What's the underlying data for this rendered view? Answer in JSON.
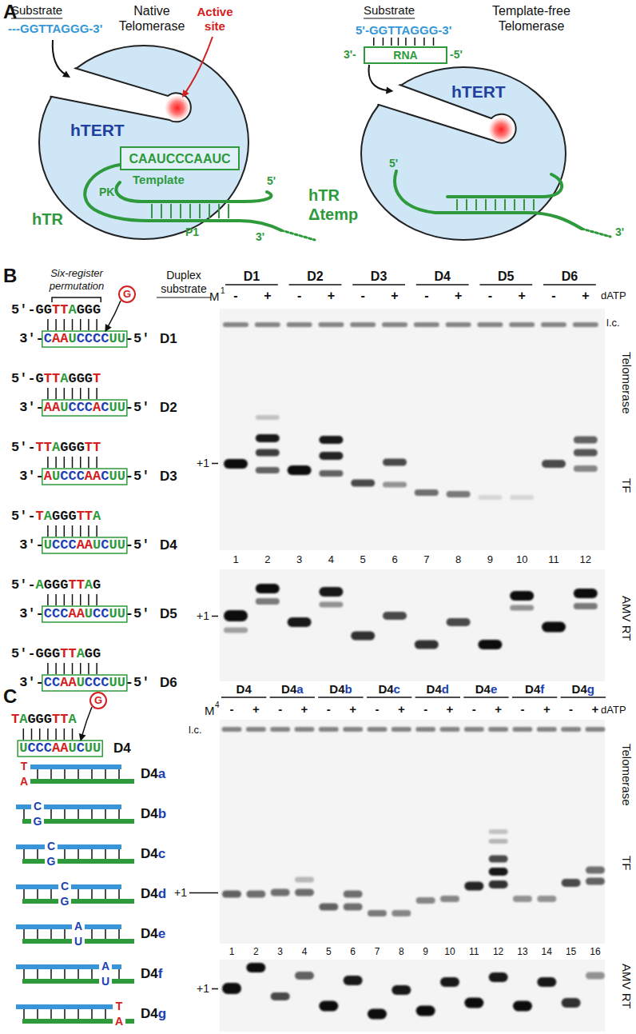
{
  "diagram": {
    "nodes": [
      {
        "text": [
          "hTERT"
        ]
      },
      {
        "text": [
          "CAAUCCCAAUC",
          "Template"
        ],
        "in": 0
      },
      {
        "text": [
          "hTERT"
        ]
      },
      {
        "text": [
          "RNA"
        ]
      }
    ],
    "edges": [
      {
        "from": 3,
        "to": 2,
        "arrow": "to"
      }
    ],
    "labels": [
      "A",
      "Substrate",
      "---GGTTAGGG-3'",
      "Native Telomerase",
      "Active site",
      "hTR",
      "PK",
      "P1",
      "5'",
      "3'",
      "Substrate",
      "5'-GGTTAGGG-3'",
      "3'-",
      "-5'",
      "Template-free Telomerase",
      "5'",
      "hTR Δtemp",
      "3'",
      "B",
      "Six-register permutation",
      "Duplex substrate",
      "G",
      "5'-GGTTAGGG",
      "3'-CAAUCCCCUU-5'",
      "D1",
      "5'-GTTAGGGT",
      "3'-AAUCCCACUU-5'",
      "D2",
      "5'-TTAGGGTT",
      "3'-AUCCCAACUU-5'",
      "D3",
      "5'-TAGGGTTA",
      "3'-UCCCAAUCUU-5'",
      "D4",
      "5'-AGGGTTAG",
      "3'-CCCAAUCCUU-5'",
      "D5",
      "5'-GGGTTAGG",
      "3'-CCAAUCCCUU-5'",
      "D6",
      "M",
      "1",
      "D1",
      "D2",
      "D3",
      "D4",
      "D5",
      "D6",
      "-",
      "+",
      "-",
      "+",
      "-",
      "+",
      "-",
      "+",
      "-",
      "+",
      "-",
      "+",
      "dATP",
      "l.c.",
      "Telomerase",
      "TF",
      "+1",
      "1",
      "2",
      "3",
      "4",
      "5",
      "6",
      "7",
      "8",
      "9",
      "10",
      "11",
      "12",
      "+1",
      "AMV RT",
      "C",
      "TAGGGTTA",
      "G",
      "UCCCAAUCUU",
      "D4",
      "T",
      "A",
      "D4a",
      "C",
      "G",
      "D4b",
      "C",
      "G",
      "D4c",
      "C",
      "G",
      "D4d",
      "A",
      "U",
      "D4e",
      "A",
      "U",
      "D4f",
      "T",
      "A",
      "D4g",
      "M",
      "4",
      "D4",
      "D4a",
      "D4b",
      "D4c",
      "D4d",
      "D4e",
      "D4f",
      "D4g",
      "-",
      "+",
      "-",
      "+",
      "-",
      "+",
      "-",
      "+",
      "-",
      "+",
      "-",
      "+",
      "-",
      "+",
      "-",
      "+",
      "dATP",
      "l.c.",
      "Telomerase",
      "TF",
      "+1",
      "1",
      "2",
      "3",
      "4",
      "5",
      "6",
      "7",
      "8",
      "9",
      "10",
      "11",
      "12",
      "13",
      "14",
      "15",
      "16",
      "+1",
      "AMV RT"
    ]
  }
}
